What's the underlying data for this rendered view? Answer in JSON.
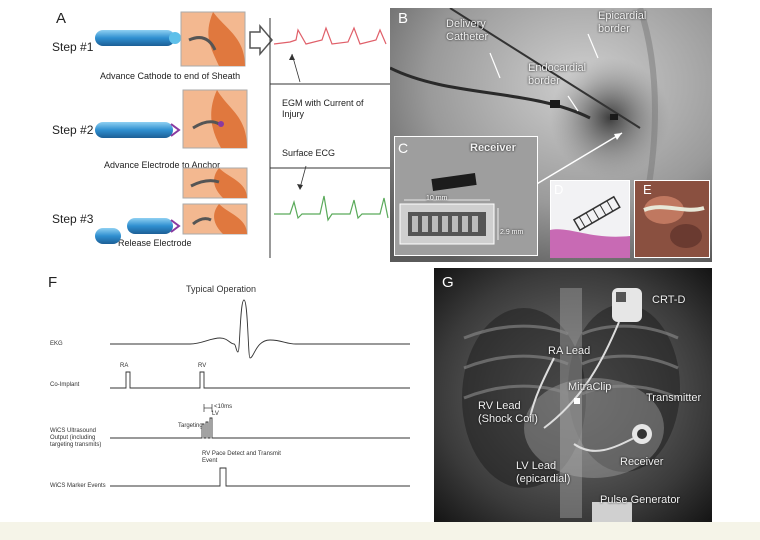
{
  "panelA": {
    "letter": "A",
    "steps": [
      {
        "label": "Step #1",
        "caption": "Advance Cathode to end of Sheath"
      },
      {
        "label": "Step #2",
        "caption": "Advance Electrode to Anchor"
      },
      {
        "label": "Step #3",
        "caption": "Release Electrode"
      }
    ],
    "annotations": {
      "egm": "EGM with Current of Injury",
      "ecg": "Surface ECG"
    },
    "colors": {
      "egm_trace": "#e0606a",
      "ecg_trace": "#5aaa5a",
      "catheter": "#3a9fd8",
      "tissue": "#e8915a"
    }
  },
  "panelB": {
    "letter": "B",
    "labels": {
      "delivery_catheter": "Delivery Catheter",
      "endocardial_border": "Endocardial border",
      "epicardial_border": "Epicardial border"
    }
  },
  "panelC": {
    "letter": "C",
    "receiver": "Receiver",
    "dim_length": "10 mm",
    "dim_height": "2.9 mm"
  },
  "panelD": {
    "letter": "D"
  },
  "panelE": {
    "letter": "E"
  },
  "panelF": {
    "letter": "F",
    "title": "Typical Operation",
    "rows": [
      {
        "label": "EKG"
      },
      {
        "label": "Co-Implant"
      },
      {
        "label": "WiCS Ultrasound Output (including targeting transmits)"
      },
      {
        "label": "WiCS Marker Events"
      }
    ],
    "marks": {
      "ra": "RA",
      "rv": "RV",
      "lv": "LV",
      "delay": "<10ms",
      "targeting": "Targeting",
      "event": "RV Pace Detect and Transmit Event"
    }
  },
  "panelG": {
    "letter": "G",
    "labels": {
      "crt_d": "CRT-D",
      "ra_lead": "RA Lead",
      "mitraclip": "MitraClip",
      "transmitter": "Transmitter",
      "rv_lead": "RV Lead (Shock Coil)",
      "receiver": "Receiver",
      "lv_lead": "LV Lead (epicardial)",
      "pulse_generator": "Pulse Generator"
    }
  }
}
